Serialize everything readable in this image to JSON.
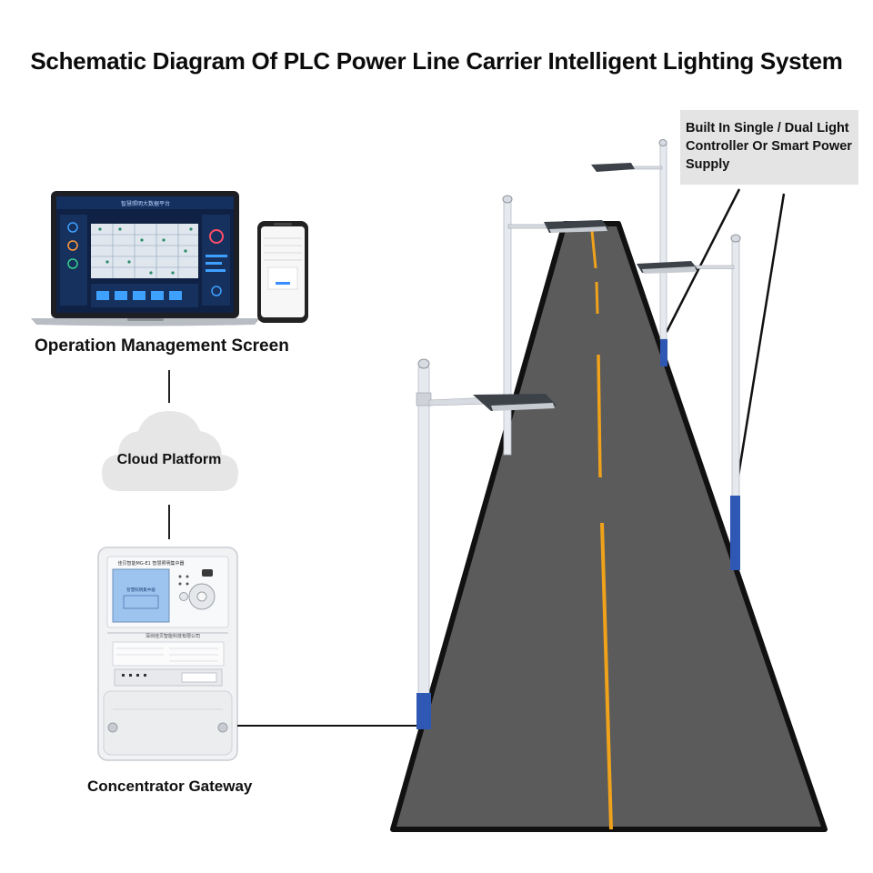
{
  "title": "Schematic Diagram Of PLC Power Line Carrier Intelligent Lighting System",
  "labels": {
    "operation_screen": "Operation Management Screen",
    "cloud_platform": "Cloud Platform",
    "concentrator_gateway": "Concentrator Gateway",
    "controller_callout_line1": "Built In Single / Dual Light",
    "controller_callout_line2": "Controller Or Smart Power",
    "controller_callout_line3": "Supply"
  },
  "laptop_screen": {
    "header": "智慧照明大数据平台"
  },
  "concentrator_device": {
    "model": "佳贝智能MG-E1 智慧照明集中器",
    "screen_line": "智慧照明集中器",
    "footer": "深圳佳贝智能科技有限公司"
  },
  "colors": {
    "road": "#5b5b5b",
    "road_edge": "#111111",
    "lane_line": "#f0a21b",
    "pole": "#e6e9ee",
    "pole_base": "#2f57b4",
    "callout_bg": "#e4e4e4",
    "cloud": "#e8e8e8"
  }
}
